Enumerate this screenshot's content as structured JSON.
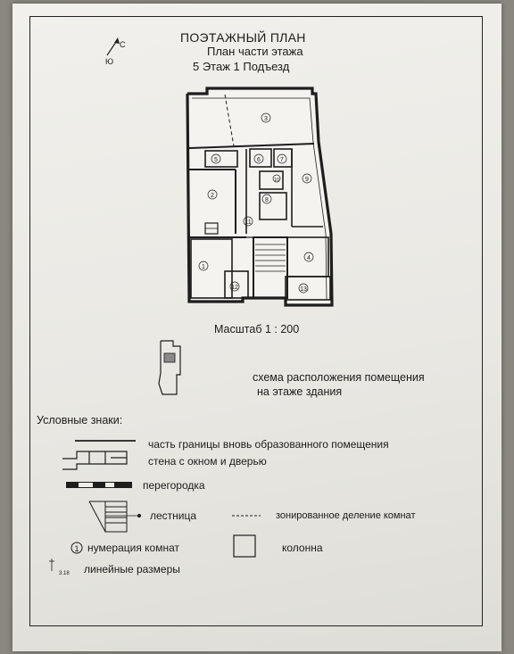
{
  "header": {
    "title": "ПОЭТАЖНЫЙ ПЛАН",
    "subtitle": "План части этажа",
    "floor_info": "5 Этаж 1 Подъезд"
  },
  "compass": {
    "north": "С",
    "south": "Ю"
  },
  "plan": {
    "rooms": [
      "1",
      "2",
      "3",
      "4",
      "5",
      "6",
      "7",
      "8",
      "9",
      "10",
      "11",
      "12",
      "13"
    ]
  },
  "scale_label": "Масштаб 1 : 200",
  "scheme_caption": {
    "line1": "схема расположения помещения",
    "line2": "на этаже здания"
  },
  "legend": {
    "title": "Условные знаки:",
    "items": {
      "boundary": "часть границы вновь образованного помещения",
      "wall": "стена с окном и дверью",
      "partition": "перегородка",
      "stair": "лестница",
      "zoning": "зонированное деление комнат",
      "numbering_symbol": "1",
      "numbering": "нумерация комнат",
      "column": "колонна",
      "dims_sample": "3.18",
      "dims": "линейные размеры"
    }
  },
  "colors": {
    "ink": "#1b1b1b",
    "paper": "#eeede8"
  }
}
